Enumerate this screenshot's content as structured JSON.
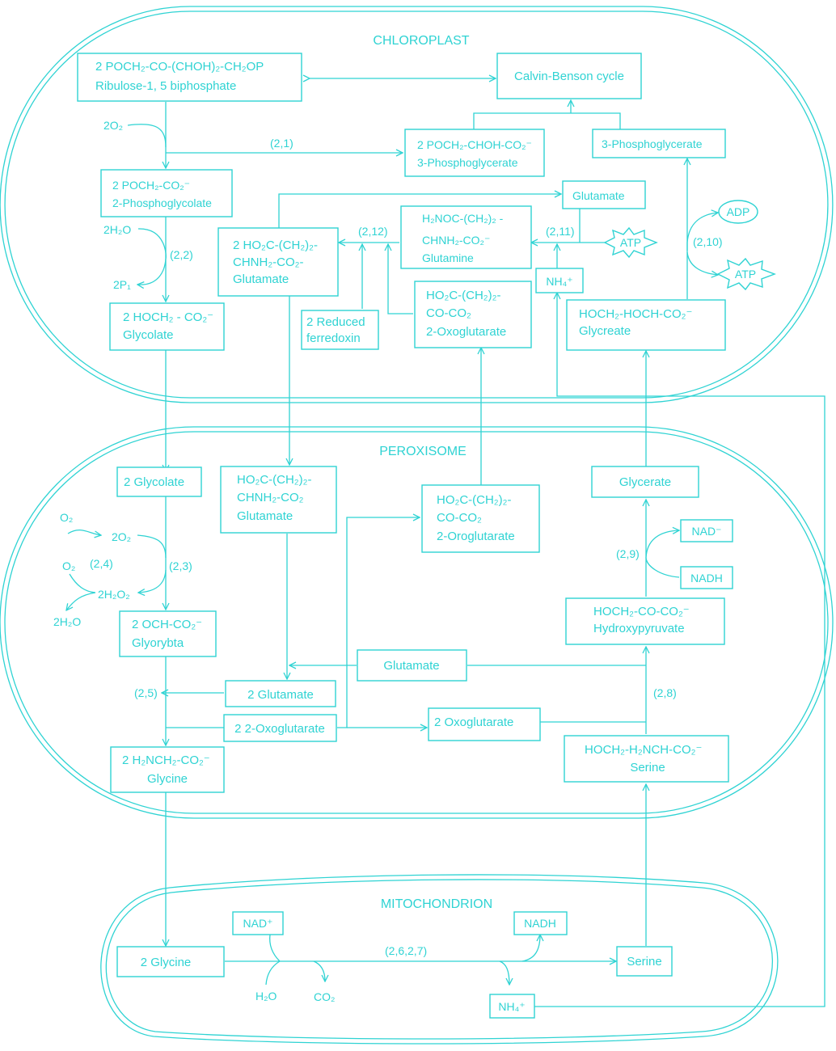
{
  "organelles": {
    "chloroplast": "CHLOROPLAST",
    "peroxisome": "PEROXISOME",
    "mitochondrion": "MITOCHONDRION"
  },
  "chloroplast": {
    "ribulose_formula": "2 POCH₂-CO-(CHOH)₂-CH₂OP",
    "ribulose_name": "Ribulose-1, 5 biphosphate",
    "calvin": "Calvin-Benson cycle",
    "o2_in": "2O₂",
    "step_2_1": "(2,1)",
    "pg_formula": "2 POCH₂-CHOH-CO₂⁻",
    "pg_name": "3-Phosphoglycerate",
    "pg3": "3-Phosphoglycerate",
    "pglycolate_formula": "2 POCH₂-CO₂⁻",
    "pglycolate_name": "2-Phosphoglycolate",
    "h2o_in": "2H₂O",
    "step_2_2": "(2,2)",
    "pi_out": "2P₁",
    "glycolate_formula": "2 HOCH₂ - CO₂⁻",
    "glycolate_name": "Glycolate",
    "glutamate_top": "Glutamate",
    "glutamine_f1": "H₂NOC-(CH₂)₂ -",
    "glutamine_f2": "CHNH₂-CO₂⁻",
    "glutamine_name": "Glutamine",
    "step_2_11": "(2,11)",
    "atp1": "ATP",
    "step_2_12": "(2,12)",
    "glu2_f1": "2 HO₂C-(CH₂)₂-",
    "glu2_f2": "CHNH₂-CO₂-",
    "glu2_name": "Glutamate",
    "ferredoxin_1": "2 Reduced",
    "ferredoxin_2": "ferredoxin",
    "oxo_f1": "HO₂C-(CH₂)₂-",
    "oxo_f2": "CO-CO₂",
    "oxo_name": "2-Oxoglutarate",
    "nh4": "NH₄⁺",
    "adp": "ADP",
    "step_2_10": "(2,10)",
    "atp2": "ATP",
    "glycerate_formula": "HOCH₂-HOCH-CO₂⁻",
    "glycerate_name": "Glycreate"
  },
  "peroxisome": {
    "glycolate": "2 Glycolate",
    "glu_f1": "HO₂C-(CH₂)₂-",
    "glu_f2": "CHNH₂-CO₂",
    "glu_name": "Glutamate",
    "oxo_f1": "HO₂C-(CH₂)₂-",
    "oxo_f2": "CO-CO₂",
    "oxo_name": "2-Oroglutarate",
    "glycerate": "Glycerate",
    "o2_a": "O₂",
    "o2_b": "2O₂",
    "o2_c": "O₂",
    "step_2_4": "(2,4)",
    "h2o2": "2H₂O₂",
    "h2o": "2H₂O",
    "step_2_3": "(2,3)",
    "glyoxylate_formula": "2 OCH-CO₂⁻",
    "glyoxylate_name": "Glyorybta",
    "nad_minus": "NAD⁻",
    "nadh": "NADH",
    "step_2_9": "(2,9)",
    "hp_formula": "HOCH₂-CO-CO₂⁻",
    "hp_name": "Hydroxypyruvate",
    "glutamate_mid": "Glutamate",
    "step_2_5": "(2,5)",
    "glu2": "2 Glutamate",
    "step_2_8": "(2,8)",
    "oxo2": "2 2-Oxoglutarate",
    "oxo2b": "2 Oxoglutarate",
    "glycine_formula": "2 H₂NCH₂-CO₂⁻",
    "glycine_name": "Glycine",
    "serine_formula": "HOCH₂-H₂NCH-CO₂⁻",
    "serine_name": "Serine"
  },
  "mitochondrion": {
    "nad_plus": "NAD⁺",
    "nadh": "NADH",
    "glycine": "2 Glycine",
    "step": "(2,6,2,7)",
    "serine": "Serine",
    "h2o": "H₂O",
    "co2": "CO₂",
    "nh4": "NH₄⁺"
  },
  "colors": {
    "stroke": "#2fd3d3",
    "background": "#ffffff"
  }
}
